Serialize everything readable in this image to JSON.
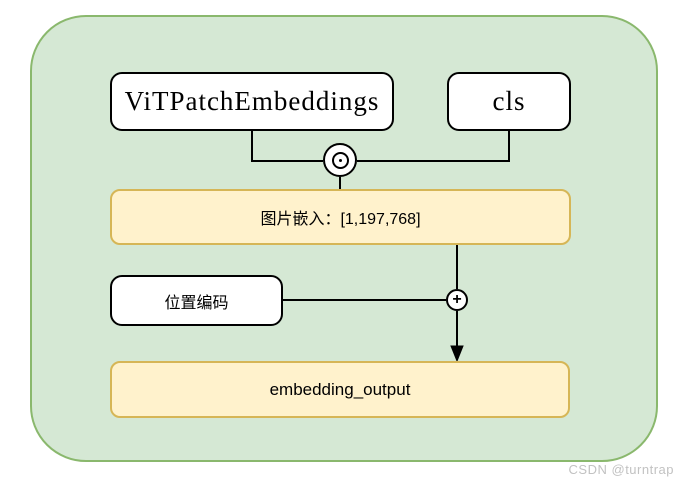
{
  "diagram": {
    "nodes": {
      "vit_patch_embeddings": {
        "label": "ViTPatchEmbeddings"
      },
      "cls": {
        "label": "cls"
      },
      "image_embedding": {
        "label": "图片嵌入：[1,197,768]"
      },
      "position_encoding": {
        "label": "位置编码"
      },
      "embedding_output": {
        "label": "embedding_output"
      }
    },
    "operators": {
      "concat": "⊙",
      "add": "+"
    },
    "colors": {
      "container_fill": "#d5e8d4",
      "container_border": "#8ab86d",
      "node_fill": "#ffffff",
      "node_border": "#000000",
      "highlight_fill": "#fff2cc",
      "highlight_border": "#d6b656",
      "connector": "#000000",
      "watermark": "#c2c2c2"
    }
  },
  "watermark": {
    "text": "CSDN @turntrap"
  }
}
